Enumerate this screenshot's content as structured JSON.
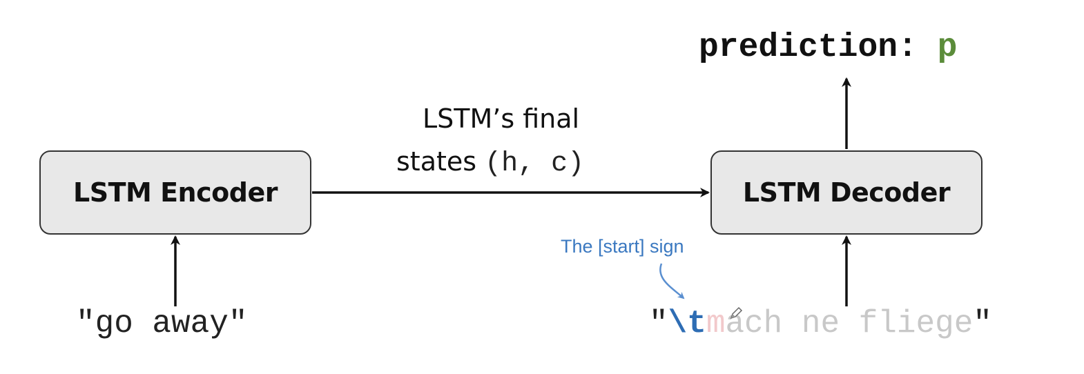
{
  "encoder": {
    "label": "LSTM Encoder",
    "input": "\"go away\""
  },
  "decoder": {
    "label": "LSTM Decoder",
    "input_open_quote": "\"",
    "start_token": "\\t",
    "input_rest_first": "m",
    "input_rest": "ach ne fliege",
    "input_close_quote": "\""
  },
  "states": {
    "line1": "LSTM’s final",
    "line2_text": "states",
    "line2_vars": "(h, c)"
  },
  "prediction": {
    "label": "prediction:",
    "value": "p"
  },
  "annotation": {
    "text": "The [start] sign"
  },
  "colors": {
    "box_fill": "#e8e8e8",
    "box_border": "#333333",
    "prediction_value": "#5b8c3a",
    "start_token": "#2e6db4",
    "annotation": "#3a78c0",
    "faded_text": "#c8c8c8"
  }
}
